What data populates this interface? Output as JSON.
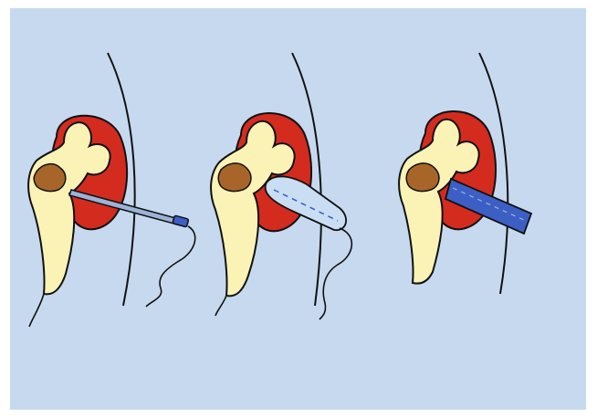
{
  "figure": {
    "description_panels": 3,
    "colors": {
      "background": "#c6d9ef",
      "kidney": "#d42b1f",
      "collecting_system": "#fbf3b6",
      "stone": "#a8652a",
      "needle": "#9cb3d8",
      "dilation_balloon": "#c9def2",
      "sheath": "#3b5fc4",
      "outline": "#111111"
    },
    "panels": [
      {
        "step": "needle-puncture",
        "icon": "needle-icon"
      },
      {
        "step": "balloon-dilation",
        "icon": "balloon-icon"
      },
      {
        "step": "access-sheath",
        "icon": "sheath-icon"
      }
    ]
  }
}
